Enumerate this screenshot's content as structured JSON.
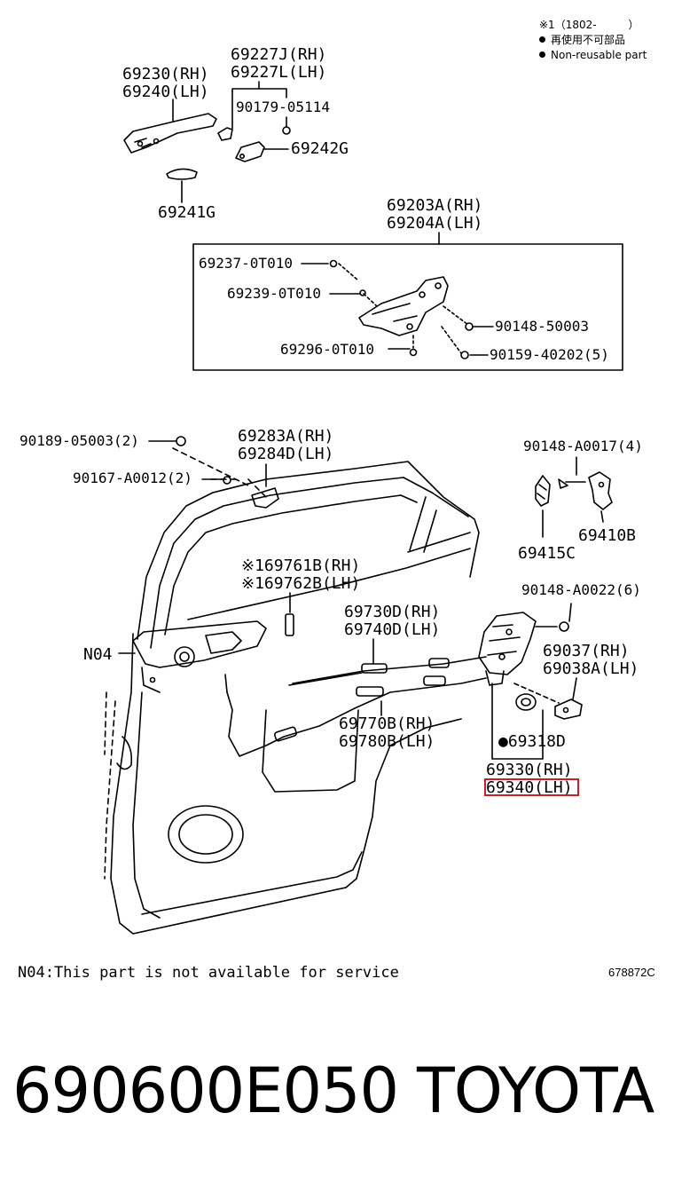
{
  "legend": {
    "note_line": "※1（1802-　　　）",
    "jp_line": "再使用不可部品",
    "en_line": "Non-reusable part"
  },
  "labels": {
    "p69230": "69230(RH)",
    "p69240": "69240(LH)",
    "p69227j": "69227J(RH)",
    "p69227l": "69227L(LH)",
    "p90179": "90179-05114",
    "p69242g": "69242G",
    "p69241g": "69241G",
    "p69203a": "69203A(RH)",
    "p69204a": "69204A(LH)",
    "p69237": "69237-0T010",
    "p69239": "69239-0T010",
    "p90148_50003": "90148-50003",
    "p69296": "69296-0T010",
    "p90159": "90159-40202(5)",
    "p90189": "90189-05003(2)",
    "p69283a": "69283A(RH)",
    "p69284d": "69284D(LH)",
    "p90148_a0017": "90148-A0017(4)",
    "p90167": "90167-A0012(2)",
    "p69415c": "69415C",
    "p69410b": "69410B",
    "p69761b": "※169761B(RH)",
    "p69762b": "※169762B(LH)",
    "p90148_a0022": "90148-A0022(6)",
    "p69730d": "69730D(RH)",
    "p69740d": "69740D(LH)",
    "n04": "N04",
    "p69037": "69037(RH)",
    "p69038a": "69038A(LH)",
    "p69770b": "69770B(RH)",
    "p69780b": "69780B(LH)",
    "p69318d": "●69318D",
    "p69330": "69330(RH)",
    "p69340": "69340(LH)"
  },
  "footer": {
    "note": "N04:This part is not available for service",
    "diagram_code": "678872C",
    "part_number": "690600E050",
    "brand": "TOYOTA"
  },
  "highlight_color": "#c8202a"
}
